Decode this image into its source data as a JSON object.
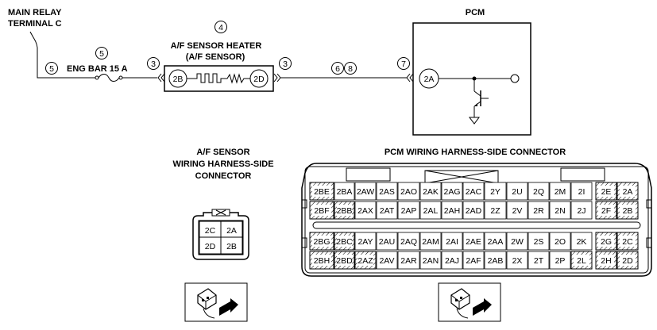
{
  "labels": {
    "main_relay_1": "MAIN RELAY",
    "main_relay_2": "TERMINAL C",
    "eng_bar": "ENG BAR 15 A",
    "heater_1": "A/F SENSOR HEATER",
    "heater_2": "(A/F SENSOR)",
    "pcm": "PCM",
    "af_conn_1": "A/F SENSOR",
    "af_conn_2": "WIRING HARNESS-SIDE",
    "af_conn_3": "CONNECTOR",
    "pcm_conn": "PCM WIRING HARNESS-SIDE CONNECTOR"
  },
  "callouts": {
    "heater": "4",
    "fuse_top": "5",
    "fuse_left": "5",
    "heater_left": "3",
    "heater_right": "3",
    "wire_a": "6",
    "wire_b": "8",
    "pcm_in": "7"
  },
  "terminals": {
    "heater_left": "2B",
    "heater_right": "2D",
    "pcm": "2A"
  },
  "af_connector_pins": [
    [
      "2C",
      "2A"
    ],
    [
      "2D",
      "2B"
    ]
  ],
  "pcm_connector_rows": [
    [
      "2BE",
      "2BA",
      "2AW",
      "2AS",
      "2AO",
      "2AK",
      "2AG",
      "2AC",
      "2Y",
      "2U",
      "2Q",
      "2M",
      "2I",
      "2E",
      "2A"
    ],
    [
      "2BF",
      "2BB",
      "2AX",
      "2AT",
      "2AP",
      "2AL",
      "2AH",
      "2AD",
      "2Z",
      "2V",
      "2R",
      "2N",
      "2J",
      "2F",
      "2B"
    ],
    [
      "2BG",
      "2BC",
      "2AY",
      "2AU",
      "2AQ",
      "2AM",
      "2AI",
      "2AE",
      "2AA",
      "2W",
      "2S",
      "2O",
      "2K",
      "2G",
      "2C"
    ],
    [
      "2BH",
      "2BD",
      "2AZ",
      "2AV",
      "2AR",
      "2AN",
      "2AJ",
      "2AF",
      "2AB",
      "2X",
      "2T",
      "2P",
      "2L",
      "2H",
      "2D"
    ]
  ]
}
